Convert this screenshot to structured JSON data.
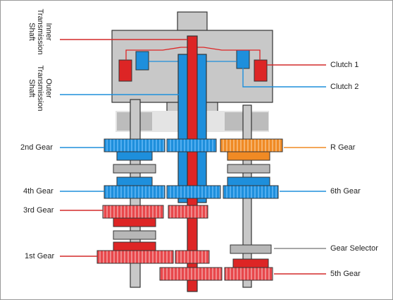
{
  "labels": {
    "inner_shaft": [
      "Inner",
      "Transmission",
      "Shaft"
    ],
    "outer_shaft": [
      "Outer",
      "Transmission",
      "Shaft"
    ],
    "clutch1": "Clutch 1",
    "clutch2": "Clutch 2",
    "gear2": "2nd Gear",
    "gear4": "4th Gear",
    "gear3": "3rd Gear",
    "gear1": "1st Gear",
    "gear_r": "R Gear",
    "gear6": "6th Gear",
    "gear_selector": "Gear Selector",
    "gear5": "5th Gear"
  },
  "colors": {
    "red": "#dd2525",
    "red_gear": "#e8474b",
    "blue": "#1e8fdc",
    "orange": "#f08a24",
    "gray": "#b7b7b7",
    "housing": "#c8c8c8",
    "line_red": "#d42a2a",
    "line_blue": "#1e8fdc",
    "line_orange": "#f08a24",
    "line_gray": "#8a8a8a"
  }
}
